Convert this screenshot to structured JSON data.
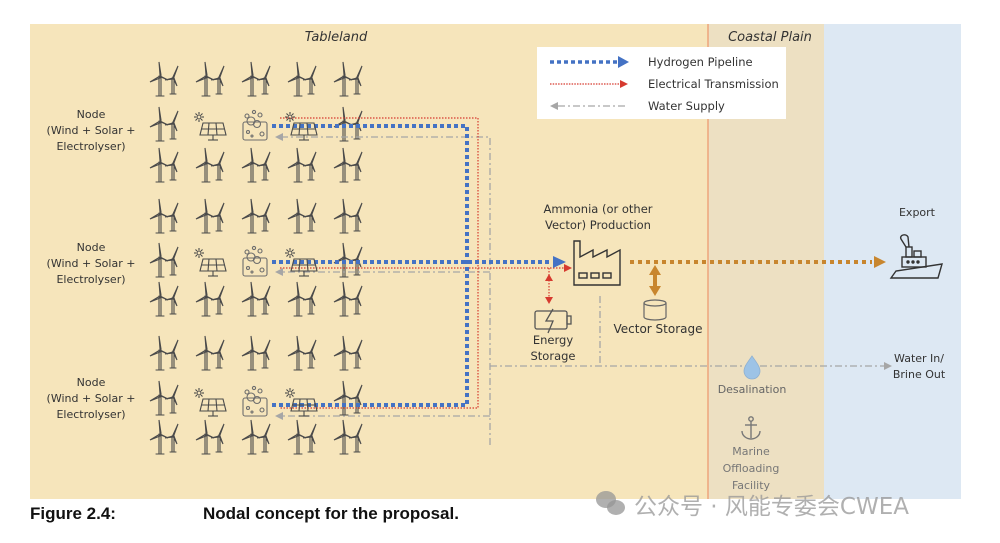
{
  "zones": {
    "tableland": "Tableland",
    "coastal_plain": "Coastal Plain"
  },
  "legend": [
    {
      "label": "Hydrogen Pipeline",
      "style": "blue-dotted-arrow"
    },
    {
      "label": "Electrical Transmission",
      "style": "red-fine-dotted-arrow"
    },
    {
      "label": "Water Supply",
      "style": "grey-dash-dot-arrow"
    }
  ],
  "nodes": [
    {
      "line1": "Node",
      "line2": "(Wind + Solar +",
      "line3": "Electrolyser)"
    },
    {
      "line1": "Node",
      "line2": "(Wind + Solar +",
      "line3": "Electrolyser)"
    },
    {
      "line1": "Node",
      "line2": "(Wind + Solar +",
      "line3": "Electrolyser)"
    }
  ],
  "facilities": {
    "production_line1": "Ammonia (or other",
    "production_line2": "Vector) Production",
    "energy_storage_line1": "Energy",
    "energy_storage_line2": "Storage",
    "vector_storage": "Vector Storage",
    "export": "Export",
    "desalination": "Desalination",
    "water_line1": "Water In/",
    "water_line2": "Brine Out",
    "marine_line1": "Marine",
    "marine_line2": "Offloading",
    "marine_line3": "Facility"
  },
  "icons": {
    "wind": "wind-turbine-icon",
    "solar": "solar-panel-icon",
    "electrolyser": "electrolyser-icon",
    "factory": "factory-icon",
    "battery": "battery-icon",
    "tank": "storage-tank-icon",
    "ship": "ship-icon",
    "drop": "water-drop-icon",
    "anchor": "anchor-icon"
  },
  "colors": {
    "tableland_bg": "#f6e5bb",
    "coastal_bg": "#ede0c2",
    "sea_bg": "#dde8f3",
    "hydrogen": "#4472c4",
    "electrical": "#d63a2f",
    "water": "#a6a6a6",
    "vector": "#c8862e",
    "boundary": "#ed9b72"
  },
  "caption": {
    "label": "Figure 2.4:",
    "text": "Nodal concept for the proposal."
  },
  "watermark": "公众号 · 风能专委会CWEA"
}
